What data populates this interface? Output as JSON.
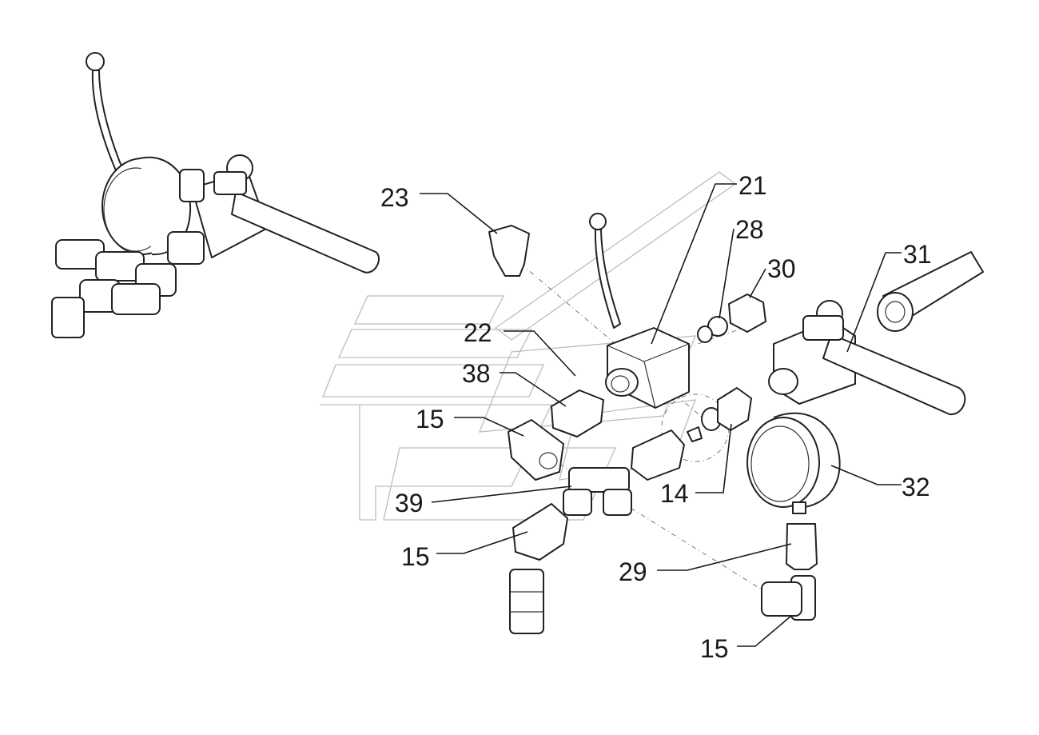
{
  "callouts": {
    "c14": "14",
    "c15a": "15",
    "c15b": "15",
    "c15c": "15",
    "c21": "21",
    "c22": "22",
    "c23": "23",
    "c28": "28",
    "c29": "29",
    "c30": "30",
    "c31": "31",
    "c32": "32",
    "c38": "38",
    "c39": "39"
  }
}
